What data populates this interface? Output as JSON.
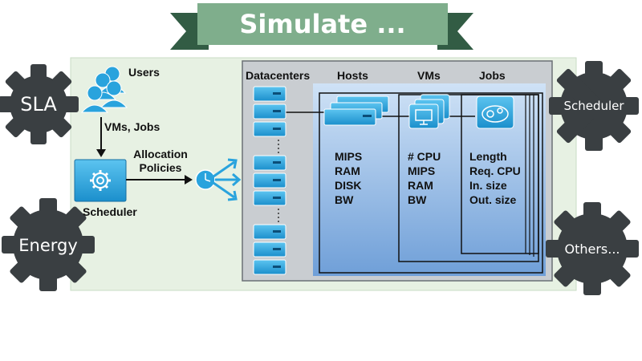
{
  "banner": {
    "title": "Simulate ..."
  },
  "left_flow": {
    "users_label": "Users",
    "vms_jobs_label": "VMs, Jobs",
    "allocation_label_line1": "Allocation",
    "allocation_label_line2": "Policies",
    "scheduler_label": "Scheduler"
  },
  "panel": {
    "headers": {
      "datacenters": "Datacenters",
      "hosts": "Hosts",
      "vms": "VMs",
      "jobs": "Jobs"
    },
    "host_attributes": [
      "MIPS",
      "RAM",
      "DISK",
      "BW"
    ],
    "vm_attributes": [
      "# CPU",
      "MIPS",
      "RAM",
      "BW"
    ],
    "job_attributes": [
      "Length",
      "Req. CPU",
      "In. size",
      "Out. size"
    ]
  },
  "gears": {
    "sla": "SLA",
    "energy": "Energy",
    "scheduler": "Scheduler",
    "others": "Others..."
  },
  "colors": {
    "banner": "#7fae8c",
    "banner_fold": "#2f5a40",
    "gear": "#3a3f42",
    "panel_bg": "#c8cdd2",
    "panel_inner": "#8bb6e6",
    "server": "#29a3dd",
    "background_green": "#e6f0e2"
  }
}
